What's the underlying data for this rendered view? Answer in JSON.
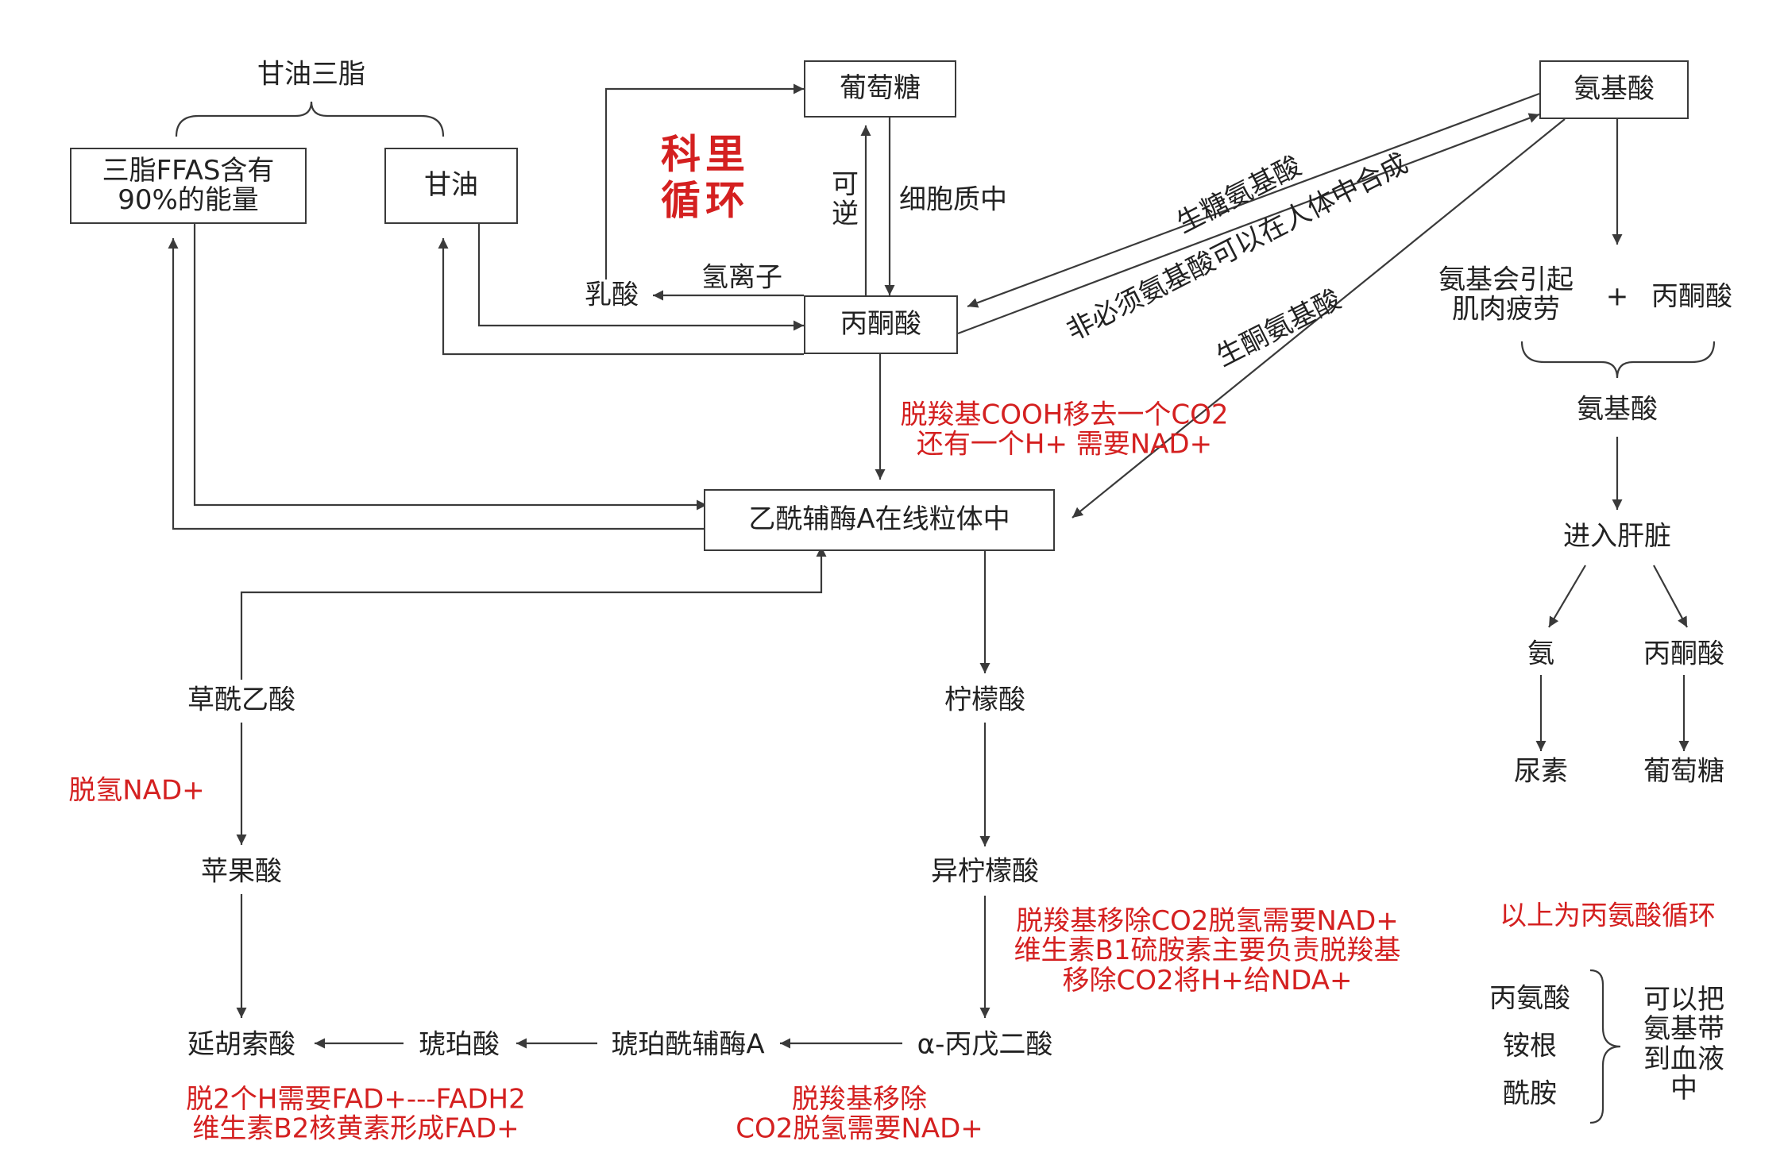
{
  "title": "科里循环",
  "nodes": {
    "triglyceride_top": "甘油三脂",
    "triglyceride_box": [
      "三脂FFAS含有",
      "90%的能量"
    ],
    "glycerol": "甘油",
    "glucose_top": "葡萄糖",
    "amino_top": "氨基酸",
    "pyruvate": "丙酮酸",
    "lactate": "乳酸",
    "acetyl_coa": "乙酰辅酶A在线粒体中",
    "oxaloacetate": "草酰乙酸",
    "citrate": "柠檬酸",
    "malate": "苹果酸",
    "isocitrate": "异柠檬酸",
    "fumarate": "延胡索酸",
    "succinate": "琥珀酸",
    "succinyl_coa": "琥珀酰辅酶A",
    "alpha_kg": "α-丙戊二酸",
    "amino_group": [
      "氨基会引起",
      "肌肉疲劳"
    ],
    "plus": "+",
    "pyruvate_right": "丙酮酸",
    "amino_mid": "氨基酸",
    "liver": "进入肝脏",
    "ammonia": "氨",
    "pyruvate_liver": "丙酮酸",
    "urea": "尿素",
    "glucose_bottom": "葡萄糖",
    "ala": "丙氨酸",
    "ammonium": "铵根",
    "amide": "酰胺"
  },
  "labels": {
    "reversible": [
      "可",
      "逆"
    ],
    "cytoplasm": "细胞质中",
    "hydrogen_ion": "氢离子",
    "glucogenic": "生糖氨基酸",
    "nonessential": "非必须氨基酸可以在人体中合成",
    "ketogenic": "生酮氨基酸",
    "can_carry": [
      "可以把",
      "氨基带",
      "到血液",
      "中"
    ]
  },
  "notes_red": {
    "pdh": [
      "脱羧基COOH移去一个CO2",
      "还有一个H+   需要NAD+"
    ],
    "malate_dh": "脱氢NAD+",
    "idh": [
      "脱羧基移除CO2脱氢需要NAD+",
      "维生素B1硫胺素主要负责脱羧基",
      "移除CO2将H+给NDA+"
    ],
    "sdh": [
      "脱2个H需要FAD+---FADH2",
      "维生素B2核黄素形成FAD+"
    ],
    "akgdh": [
      "脱羧基移除",
      "CO2脱氢需要NAD+"
    ],
    "alanine_cycle": "以上为丙氨酸循环"
  },
  "colors": {
    "line": "#3a3a3a",
    "text": "#222222",
    "accent_red": "#d42020"
  }
}
